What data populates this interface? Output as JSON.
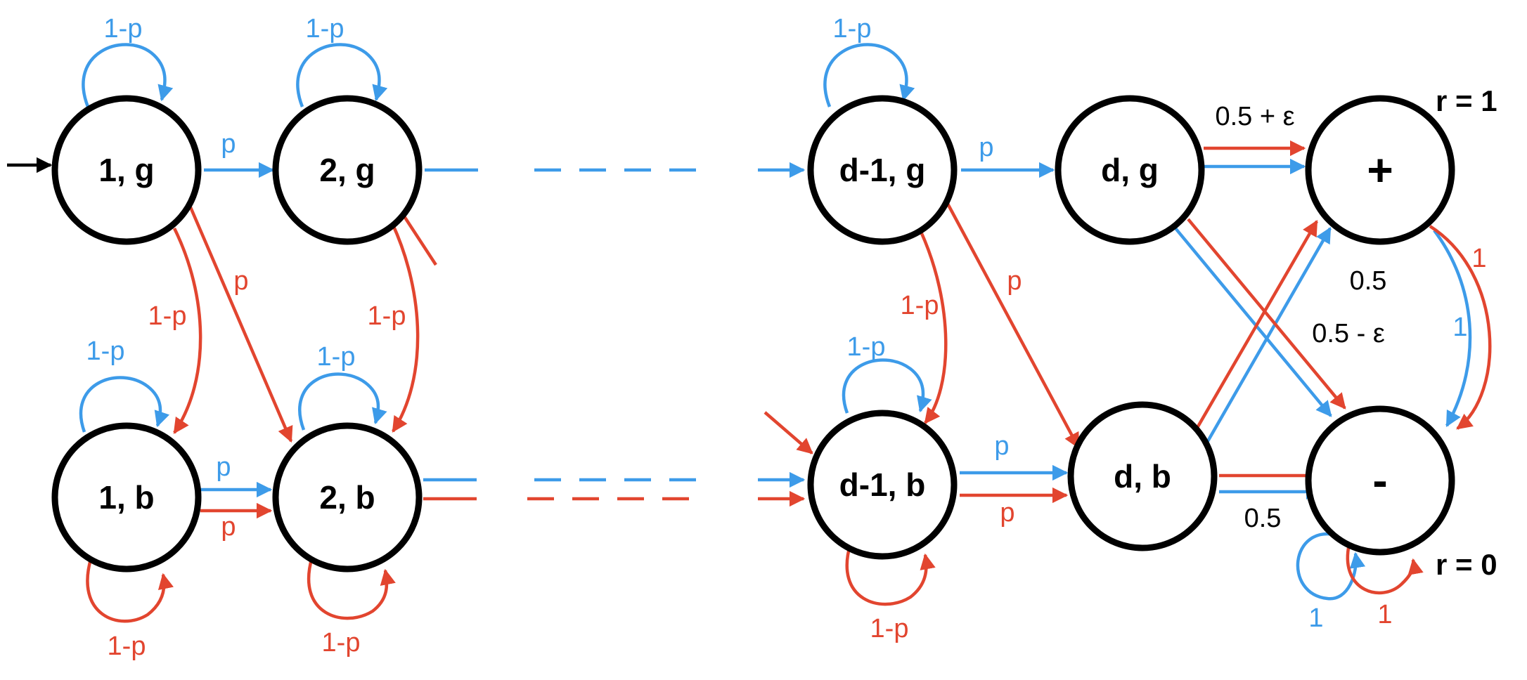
{
  "colors": {
    "blue": "#3d9be9",
    "red": "#e2452f",
    "black": "#000000"
  },
  "nodes": {
    "n1g": "1, g",
    "n2g": "2, g",
    "ndm1g": "d-1, g",
    "ndg": "d, g",
    "nplus": "+",
    "n1b": "1, b",
    "n2b": "2, b",
    "ndm1b": "d-1, b",
    "ndb": "d, b",
    "nminus": "-"
  },
  "labels": {
    "one_minus_p": "1-p",
    "p": "p",
    "half_plus_eps": "0.5 + ε",
    "half": "0.5",
    "half_minus_eps": "0.5 - ε",
    "one": "1"
  },
  "rewards": {
    "plus": "r = 1",
    "minus": "r = 0"
  }
}
